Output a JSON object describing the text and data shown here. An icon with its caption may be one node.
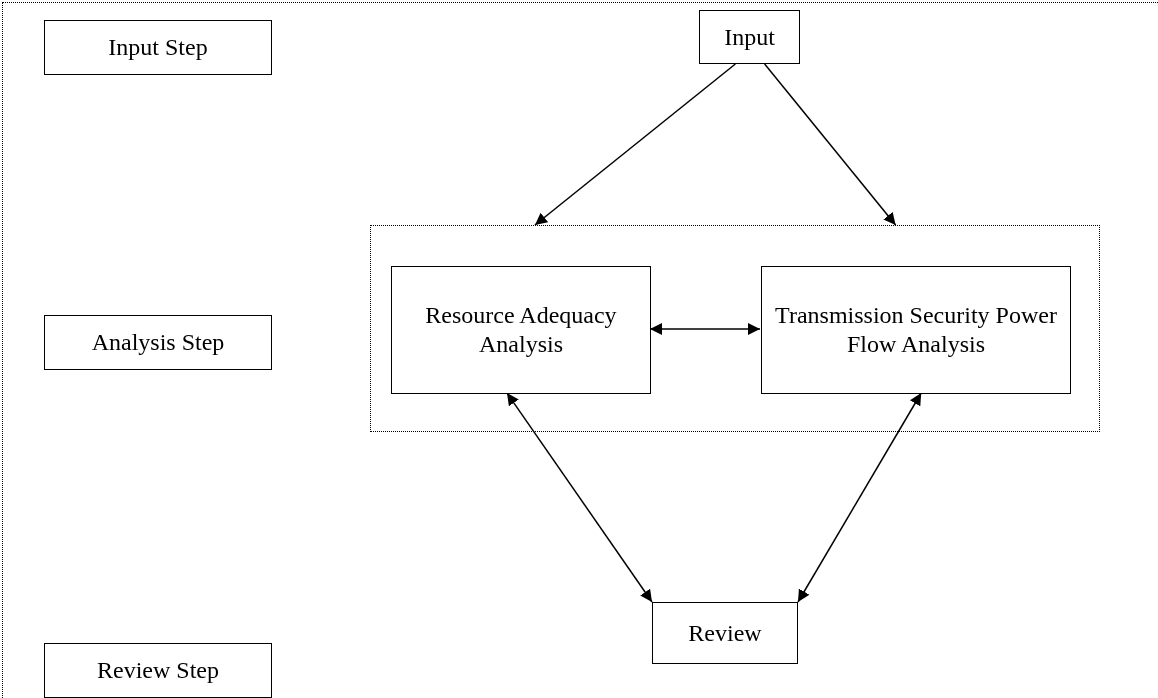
{
  "diagram": {
    "nodes": [
      {
        "text": [
          "Input Step"
        ]
      },
      {
        "text": [
          "Input"
        ]
      },
      {
        "text": [
          "Analysis Step"
        ]
      },
      {
        "text": [],
        "shape": "box"
      },
      {
        "text": [
          "Resource Adequacy Analysis"
        ],
        "in": 3
      },
      {
        "text": [
          "Transmission Security Power Flow Analysis"
        ],
        "in": 3
      },
      {
        "text": [
          "Review"
        ]
      },
      {
        "text": [
          "Review Step"
        ]
      }
    ],
    "edges": [
      {
        "from": 1,
        "to": 3,
        "arrow": "to"
      },
      {
        "from": 1,
        "to": 3,
        "arrow": "to"
      },
      {
        "from": 4,
        "to": 5,
        "arrow": "both"
      },
      {
        "from": 4,
        "to": 6,
        "arrow": "both"
      },
      {
        "from": 5,
        "to": 6,
        "arrow": "both"
      }
    ]
  }
}
